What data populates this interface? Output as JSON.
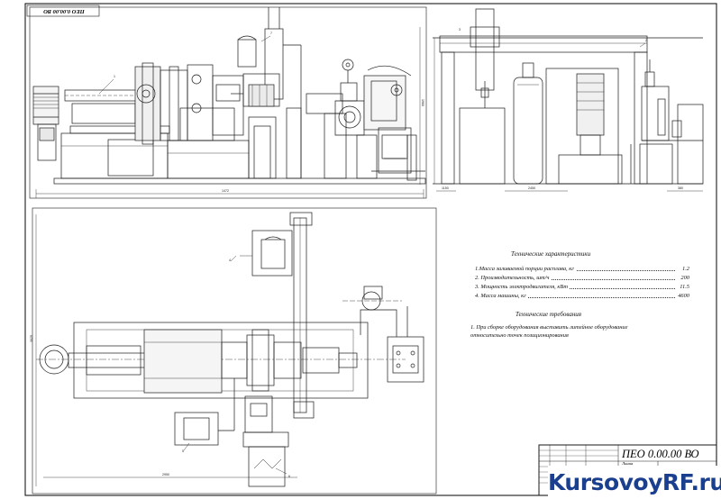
{
  "drawing": {
    "code": "ПЕО 0.00.00 ВО",
    "corner_code": "ПЕО 0.00.00 ВО",
    "stamp_title": "Линия изготовления корпуса краншкона"
  },
  "specs": {
    "title": "Технические характеристики",
    "items": [
      {
        "label": "1.Масса заливаемой порции расплава, кг",
        "value": "1.2"
      },
      {
        "label": "2. Производительность, шт/ч",
        "value": "200"
      },
      {
        "label": "3. Мощность электродвигателя, кВт",
        "value": "11.5"
      },
      {
        "label": "4. Масса машины, кг",
        "value": "4600"
      }
    ]
  },
  "requirements": {
    "title": "Технические требования",
    "items": [
      "1. При сборке оборудования выставить литейное оборудование",
      "относительно точек позиционирования"
    ]
  },
  "dimensions": {
    "top_width": "1472",
    "top_height": "1960",
    "side_a": "1150",
    "side_b": "2450",
    "side_c": "380",
    "plan_height": "3025",
    "plan_width": "2950"
  },
  "callouts": [
    "1",
    "2",
    "3",
    "4",
    "5",
    "6",
    "7"
  ],
  "watermark": {
    "text": "KursovoyRF.ru"
  }
}
